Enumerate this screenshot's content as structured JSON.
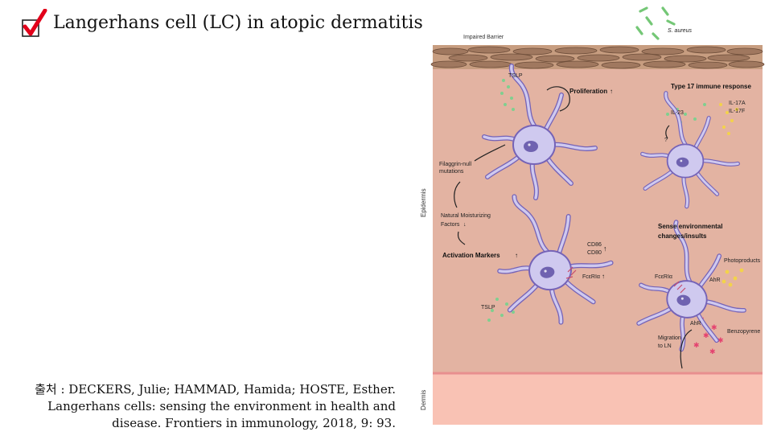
{
  "slide": {
    "title": "Langerhans cell (LC) in atopic dermatitis",
    "citation_lines": [
      "출처 : DECKERS, Julie; HAMMAD, Hamida; HOSTE, Esther.",
      "Langerhans cells: sensing the environment in health and",
      "disease. Frontiers in immunology, 2018, 9: 93."
    ]
  },
  "figure": {
    "labels": {
      "impaired_barrier": "Impaired Barrier",
      "s_aureus": "S. aureus",
      "epidermis": "Epidermis",
      "dermis": "Dermis",
      "tslp_top": "TSLP",
      "proliferation": "Proliferation",
      "type17": "Type 17 immune response",
      "il23": "IL-23",
      "il17a": "IL-17A",
      "il17f": "IL-17F",
      "question": "?",
      "filaggrin_1": "Filaggrin-null",
      "filaggrin_2": "mutations",
      "nmf_1": "Natural Moisturizing",
      "nmf_2": "Factors",
      "activation": "Activation Markers",
      "cd86": "CD86",
      "cd80": "CD80",
      "fceria_left": "FcεRIα",
      "tslp_bottom": "TSLP",
      "sense_1": "Sense environmental",
      "sense_2": "changes/insults",
      "photoproducts": "Photoproducts",
      "fceria_right": "FcεRIα",
      "ahr_upper": "AhR",
      "ahr_lower": "AhR",
      "benzopyrene": "Benzopyrene",
      "migration_1": "Migration",
      "migration_2": "to LN"
    },
    "arrows": {
      "up": "↑",
      "down": "↓"
    },
    "colors": {
      "epidermis": "#e3b3a2",
      "dermis": "#f9c2b4",
      "cell_fill": "#cfc9ef",
      "cell_stroke": "#7563b7",
      "nucleus": "#6f62b0",
      "barrier": "#a0785f",
      "green_dots": "#7fcf8f",
      "yellow_dots": "#f3d34a",
      "pink_marks": "#e4426f",
      "check": "#e2001a"
    },
    "icons": [
      "checkbox-check-icon",
      "bacteria-icon",
      "dendritic-cell-icon"
    ]
  }
}
